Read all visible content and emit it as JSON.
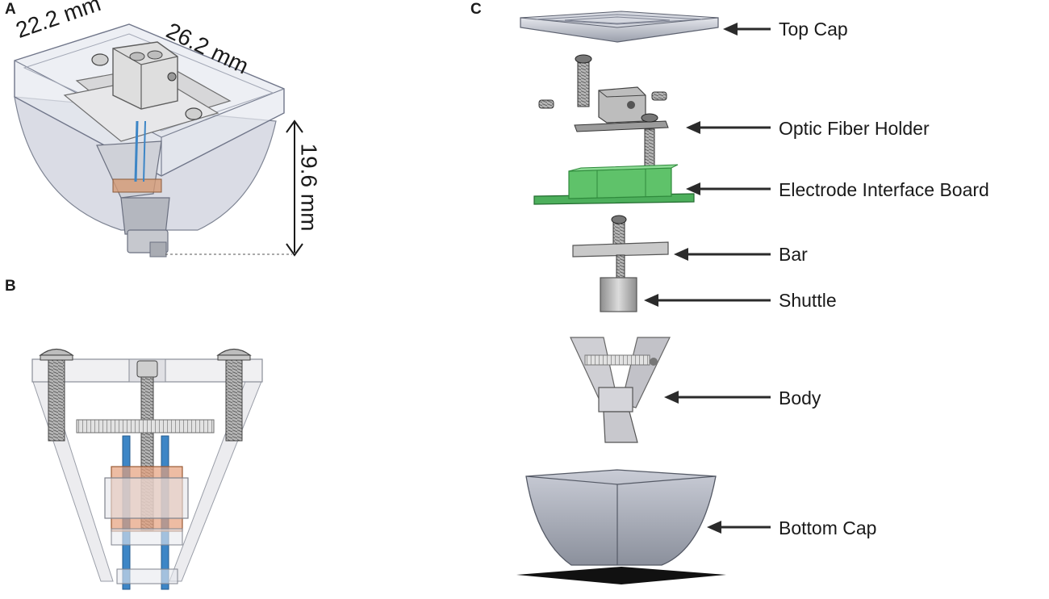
{
  "panels": {
    "a": {
      "letter": "A",
      "dimensions": {
        "width": "22.2 mm",
        "depth": "26.2 mm",
        "height": "19.6 mm"
      }
    },
    "b": {
      "letter": "B"
    },
    "c": {
      "letter": "C",
      "parts": [
        {
          "id": "top-cap",
          "label": "Top Cap"
        },
        {
          "id": "optic-fiber-holder",
          "label": "Optic Fiber Holder"
        },
        {
          "id": "electrode-interface-board",
          "label": "Electrode Interface Board"
        },
        {
          "id": "bar",
          "label": "Bar"
        },
        {
          "id": "shuttle",
          "label": "Shuttle"
        },
        {
          "id": "body",
          "label": "Body"
        },
        {
          "id": "bottom-cap",
          "label": "Bottom Cap"
        }
      ]
    }
  },
  "colors": {
    "plastic": "#d8dbe3",
    "plastic_edge": "#8a8f99",
    "metal": "#c9c9c9",
    "metal_dark": "#6e6e6e",
    "pcb": "#5fc26a",
    "pcb_dark": "#2f8a3c",
    "copper": "#d9926a",
    "fiber": "#3d86c6",
    "arrow": "#2b2b2b",
    "text": "#1a1a1a"
  }
}
